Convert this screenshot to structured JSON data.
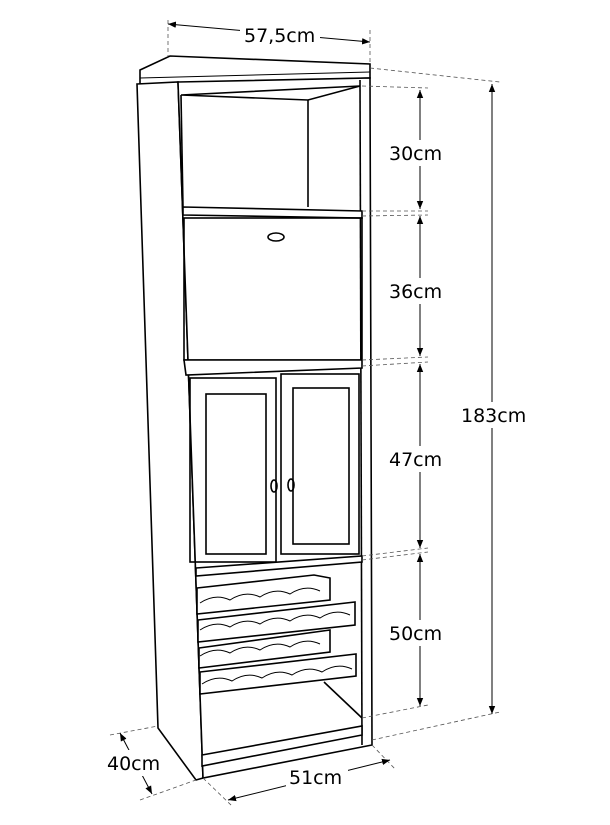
{
  "title": "Cabinet dimensions drawing",
  "dimensions": {
    "width_top": "57,5cm",
    "total_height": "183cm",
    "section_top": "30cm",
    "section_flap": "36cm",
    "section_doors": "47cm",
    "section_wine": "50cm",
    "depth": "40cm",
    "width_bottom": "51cm"
  }
}
